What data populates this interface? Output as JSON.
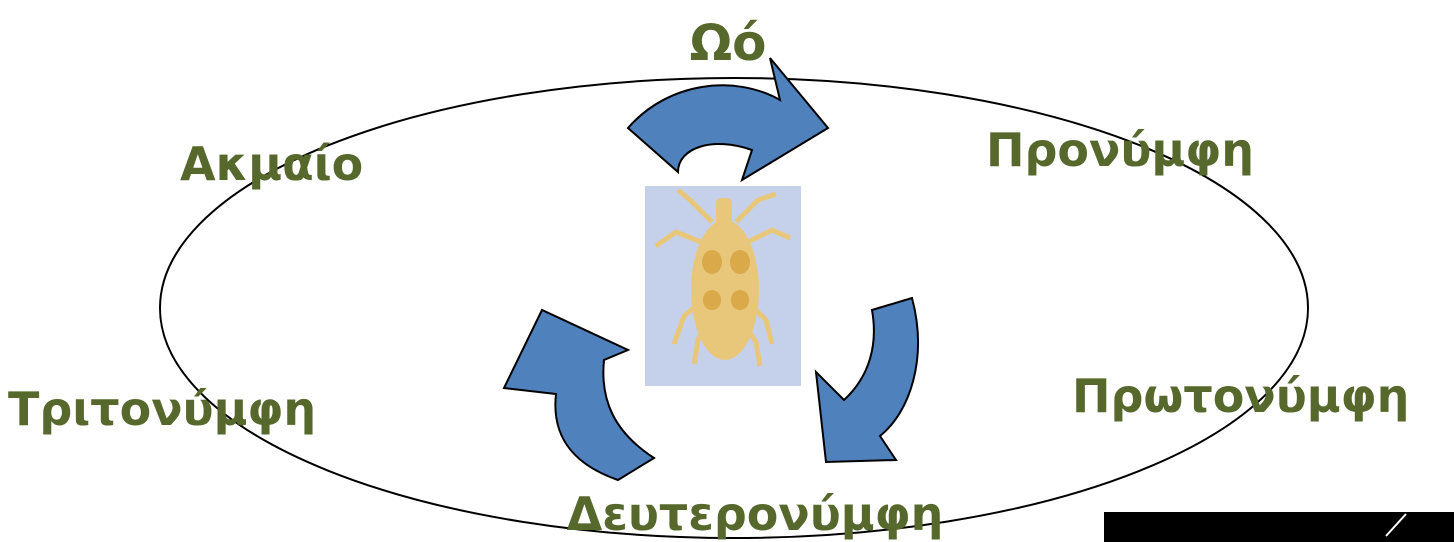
{
  "diagram": {
    "stages": [
      {
        "id": "egg",
        "label": "Ωό"
      },
      {
        "id": "adult",
        "label": "Ακμαίο"
      },
      {
        "id": "larva",
        "label": "Προνύμφη"
      },
      {
        "id": "tritonymph",
        "label": "Τριτονύμφη"
      },
      {
        "id": "protonymph",
        "label": "Πρωτονύμφη"
      },
      {
        "id": "deutonymph",
        "label": "Δευτερονύμφη"
      }
    ],
    "colors": {
      "text": "#56682c",
      "arrow_fill": "#4f81bd",
      "arrow_stroke": "#000000",
      "ellipse_stroke": "#000000",
      "mite_background": "#c5d1ea",
      "mite_body": "#e8c77a",
      "dark_corner": "#000000"
    },
    "icons": {
      "center_image": "mite-photo",
      "arrows": "curved-block-arrow"
    }
  }
}
